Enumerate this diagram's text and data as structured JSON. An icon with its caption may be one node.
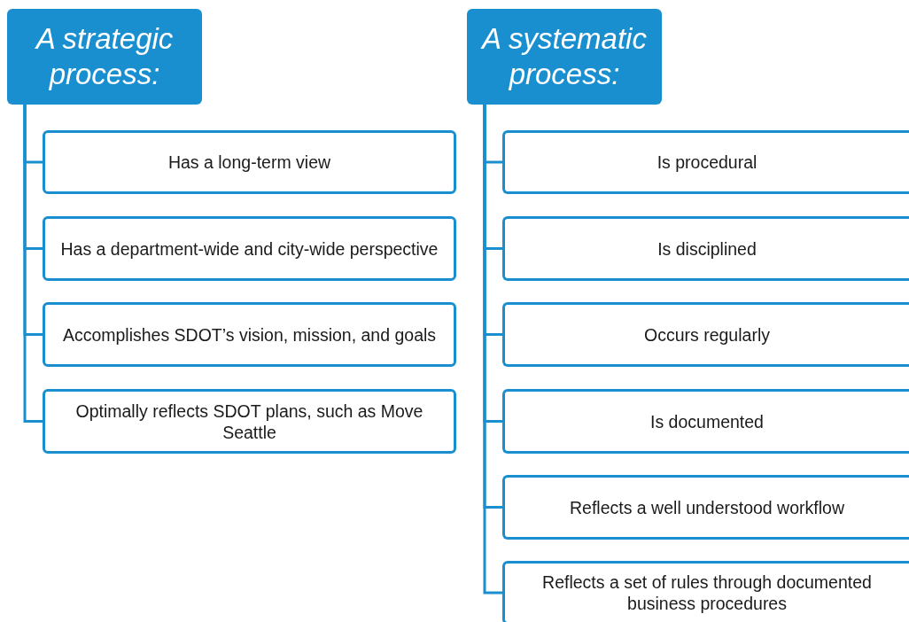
{
  "diagram": {
    "nodes": [
      {
        "text": [
          "A strategic process:"
        ]
      },
      {
        "text": [
          "Has a long-term view"
        ]
      },
      {
        "text": [
          "Has a department-wide and city-wide perspective"
        ]
      },
      {
        "text": [
          "Accomplishes SDOT’s vision, mission, and goals"
        ]
      },
      {
        "text": [
          "Optimally reflects SDOT plans, such as Move Seattle"
        ]
      },
      {
        "text": [
          "A systematic process:"
        ]
      },
      {
        "text": [
          "Is procedural"
        ]
      },
      {
        "text": [
          "Is disciplined"
        ]
      },
      {
        "text": [
          "Occurs regularly"
        ]
      },
      {
        "text": [
          "Is documented"
        ]
      },
      {
        "text": [
          "Reflects a well understood workflow"
        ]
      },
      {
        "text": [
          "Reflects a set of rules  through documented business procedures"
        ]
      }
    ],
    "edges": [
      {
        "from": 0,
        "to": 1,
        "arrow": "none"
      },
      {
        "from": 0,
        "to": 2,
        "arrow": "none"
      },
      {
        "from": 0,
        "to": 3,
        "arrow": "none"
      },
      {
        "from": 0,
        "to": 4,
        "arrow": "none"
      },
      {
        "from": 5,
        "to": 6,
        "arrow": "none"
      },
      {
        "from": 5,
        "to": 7,
        "arrow": "none"
      },
      {
        "from": 5,
        "to": 8,
        "arrow": "none"
      },
      {
        "from": 5,
        "to": 9,
        "arrow": "none"
      },
      {
        "from": 5,
        "to": 10,
        "arrow": "none"
      },
      {
        "from": 5,
        "to": 11,
        "arrow": "none"
      }
    ]
  }
}
